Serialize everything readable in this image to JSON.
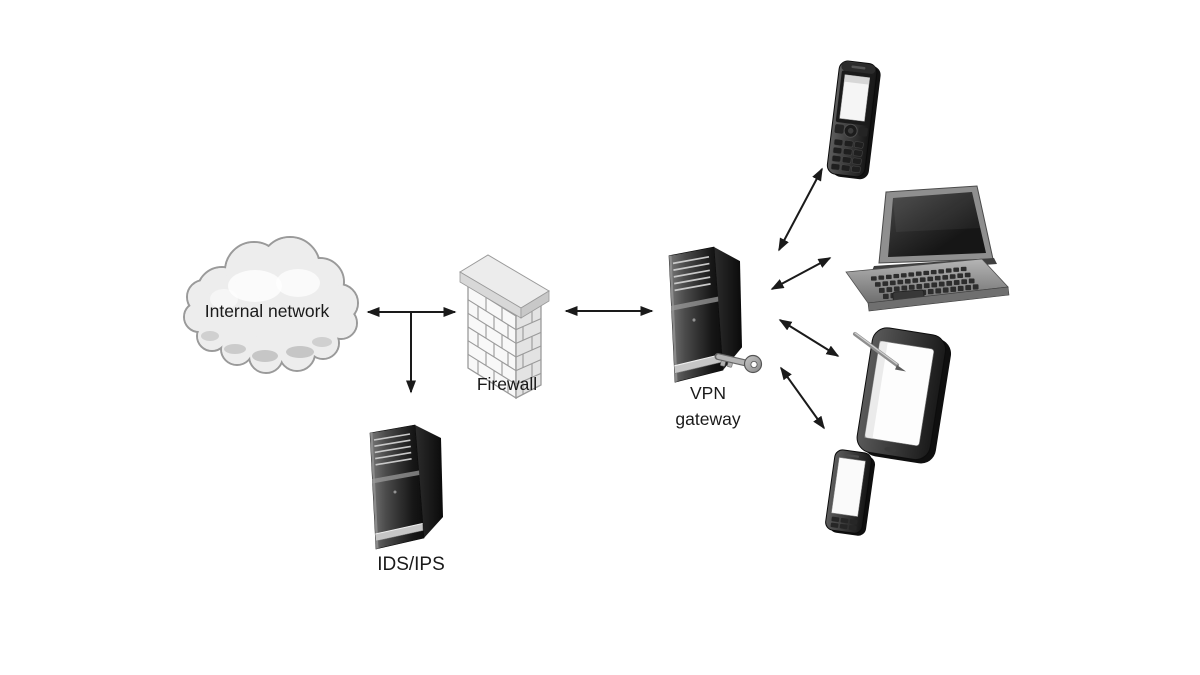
{
  "diagram": {
    "type": "network-topology",
    "labels": {
      "internal_network": "Internal network",
      "firewall": "Firewall",
      "ids_ips": "IDS/IPS",
      "vpn_gateway_line1": "VPN",
      "vpn_gateway_line2": "gateway"
    },
    "nodes": [
      {
        "id": "internal-network",
        "label": "Internal network",
        "icon": "cloud-icon"
      },
      {
        "id": "firewall",
        "label": "Firewall",
        "icon": "brick-wall-icon"
      },
      {
        "id": "ids-ips",
        "label": "IDS/IPS",
        "icon": "server-tower-icon"
      },
      {
        "id": "vpn-gateway",
        "label": "VPN gateway",
        "icon": "server-tower-key-icon"
      },
      {
        "id": "mobile-phone",
        "icon": "feature-phone-icon"
      },
      {
        "id": "laptop",
        "icon": "laptop-icon"
      },
      {
        "id": "tablet",
        "icon": "tablet-stylus-icon"
      },
      {
        "id": "smartphone",
        "icon": "smartphone-icon"
      }
    ],
    "connections": [
      {
        "from": "internal-network",
        "to": "firewall",
        "bidirectional": true
      },
      {
        "from": "internal-network-firewall-link",
        "to": "ids-ips",
        "bidirectional": false
      },
      {
        "from": "firewall",
        "to": "vpn-gateway",
        "bidirectional": true
      },
      {
        "from": "vpn-gateway",
        "to": "mobile-phone",
        "bidirectional": true
      },
      {
        "from": "vpn-gateway",
        "to": "laptop",
        "bidirectional": true
      },
      {
        "from": "vpn-gateway",
        "to": "tablet",
        "bidirectional": true
      },
      {
        "from": "vpn-gateway",
        "to": "smartphone",
        "bidirectional": true
      }
    ],
    "colors": {
      "background": "#ffffff",
      "arrow": "#1a1a1a",
      "label_text": "#1a1a1a",
      "cloud_fill": "#ededed",
      "cloud_outline": "#9a9a9a",
      "brick_fill": "#f8f8f8",
      "brick_line": "#9a9a9a",
      "server_dark": "#141414",
      "device_screen": "#fafafa"
    }
  }
}
